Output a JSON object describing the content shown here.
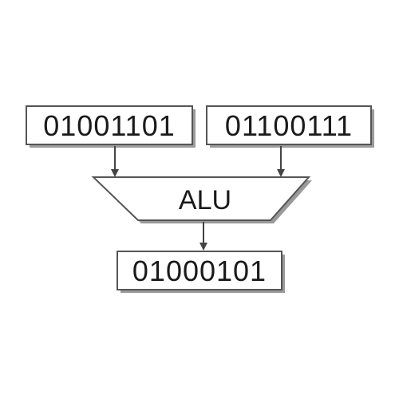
{
  "inputs": {
    "a": "01001101",
    "b": "01100111"
  },
  "alu": {
    "label": "ALU"
  },
  "output": {
    "value": "01000101"
  }
}
